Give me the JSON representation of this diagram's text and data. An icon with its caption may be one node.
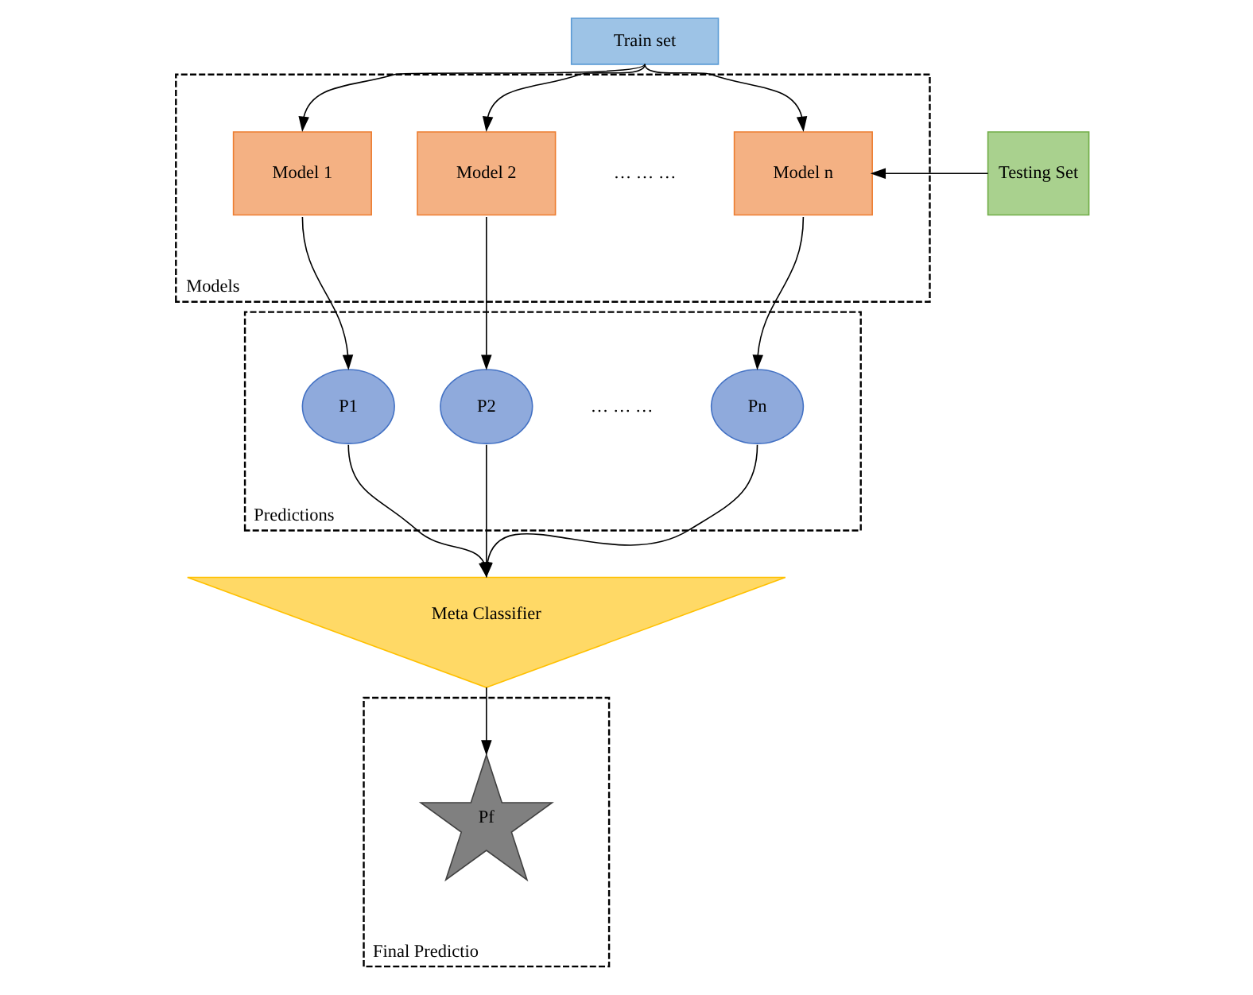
{
  "diagram": {
    "nodes": [
      {
        "text": [
          "Train set"
        ]
      },
      {
        "text": [
          "Models"
        ]
      },
      {
        "text": [
          "Model 1"
        ],
        "in": 1
      },
      {
        "text": [
          "Model 2"
        ],
        "in": 1
      },
      {
        "text": [
          "Model n"
        ],
        "in": 1
      },
      {
        "text": [
          "Testing Set"
        ]
      },
      {
        "text": [
          "Predictions"
        ]
      },
      {
        "text": [
          "P1"
        ],
        "in": 6
      },
      {
        "text": [
          "P2"
        ],
        "in": 6
      },
      {
        "text": [
          "Pn"
        ],
        "in": 6
      },
      {
        "text": [
          "Meta Classifier"
        ]
      },
      {
        "text": [
          "Final Predictio"
        ]
      },
      {
        "text": [
          "Pf"
        ],
        "in": 11
      }
    ],
    "edges": [
      {
        "from": 0,
        "to": 2,
        "arrow": "to"
      },
      {
        "from": 0,
        "to": 3,
        "arrow": "to"
      },
      {
        "from": 0,
        "to": 4,
        "arrow": "to"
      },
      {
        "from": 5,
        "to": 4,
        "arrow": "to"
      },
      {
        "from": 2,
        "to": 7,
        "arrow": "to"
      },
      {
        "from": 3,
        "to": 8,
        "arrow": "to"
      },
      {
        "from": 4,
        "to": 9,
        "arrow": "to"
      },
      {
        "from": 7,
        "to": 10,
        "arrow": "to"
      },
      {
        "from": 8,
        "to": 10,
        "arrow": "to"
      },
      {
        "from": 9,
        "to": 10,
        "arrow": "to"
      },
      {
        "from": 10,
        "to": 12,
        "arrow": "to"
      }
    ],
    "labels": [
      "… … …",
      "… … …"
    ]
  }
}
